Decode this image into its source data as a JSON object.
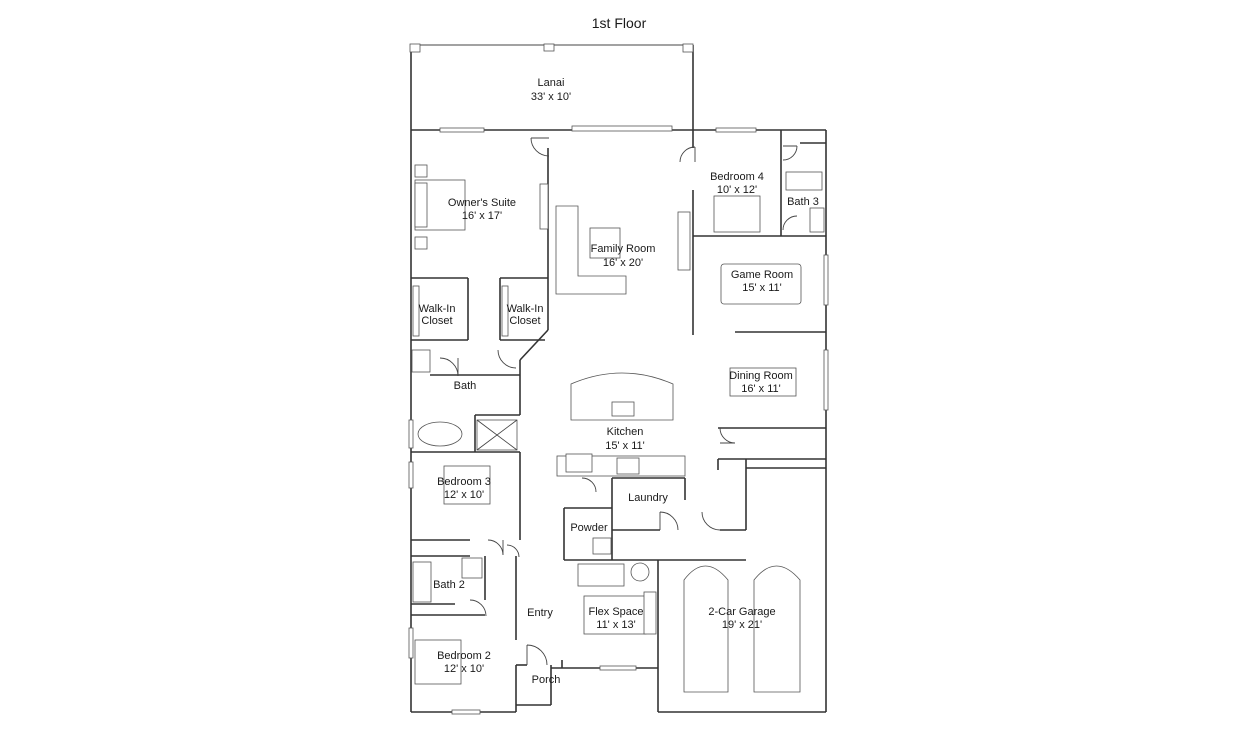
{
  "title": "1st Floor",
  "rooms": [
    {
      "id": "lanai",
      "name": "Lanai",
      "dims": "33' x 10'"
    },
    {
      "id": "owners-suite",
      "name": "Owner's Suite",
      "dims": "16' x 17'"
    },
    {
      "id": "family-room",
      "name": "Family Room",
      "dims": "16' x 20'"
    },
    {
      "id": "bedroom-4",
      "name": "Bedroom 4",
      "dims": "10' x 12'"
    },
    {
      "id": "bath-3",
      "name": "Bath 3",
      "dims": ""
    },
    {
      "id": "game-room",
      "name": "Game Room",
      "dims": "15' x 11'"
    },
    {
      "id": "walk-in-closet-left",
      "name": "Walk-In",
      "dims": "Closet"
    },
    {
      "id": "walk-in-closet-right",
      "name": "Walk-In",
      "dims": "Closet"
    },
    {
      "id": "bath",
      "name": "Bath",
      "dims": ""
    },
    {
      "id": "dining-room",
      "name": "Dining Room",
      "dims": "16' x 11'"
    },
    {
      "id": "kitchen",
      "name": "Kitchen",
      "dims": "15' x 11'"
    },
    {
      "id": "bedroom-3",
      "name": "Bedroom 3",
      "dims": "12' x 10'"
    },
    {
      "id": "laundry",
      "name": "Laundry",
      "dims": ""
    },
    {
      "id": "powder",
      "name": "Powder",
      "dims": ""
    },
    {
      "id": "bath-2",
      "name": "Bath 2",
      "dims": ""
    },
    {
      "id": "entry",
      "name": "Entry",
      "dims": ""
    },
    {
      "id": "flex-space",
      "name": "Flex Space",
      "dims": "11' x 13'"
    },
    {
      "id": "garage",
      "name": "2-Car Garage",
      "dims": "19' x 21'"
    },
    {
      "id": "bedroom-2",
      "name": "Bedroom 2",
      "dims": "12' x 10'"
    },
    {
      "id": "porch",
      "name": "Porch",
      "dims": ""
    }
  ]
}
